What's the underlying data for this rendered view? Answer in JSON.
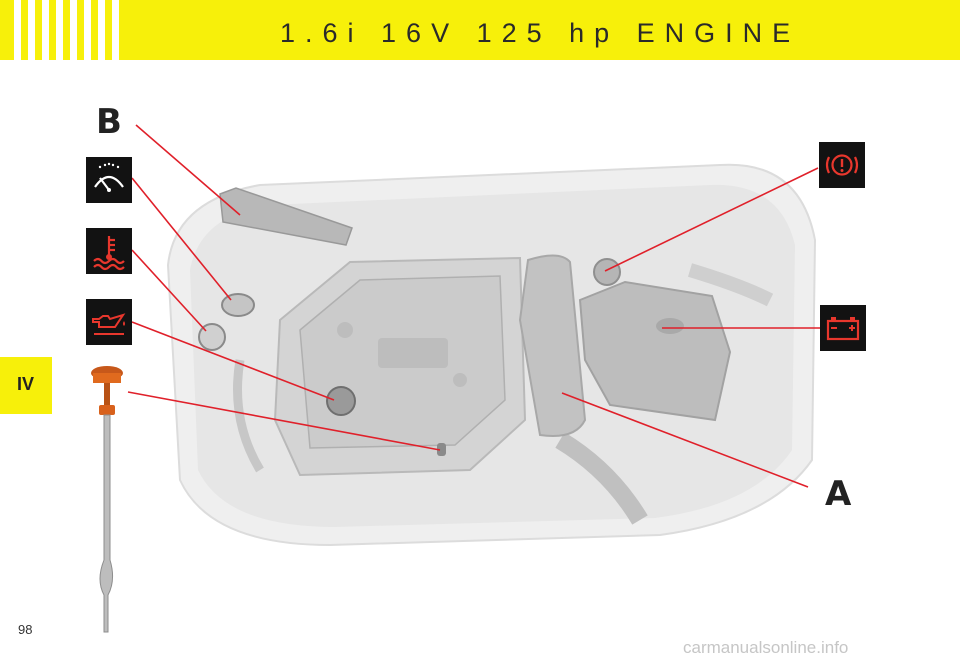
{
  "page": {
    "title": "1.6i 16V 125 hp ENGINE",
    "section_tab": "IV",
    "page_number": "98",
    "watermark": "carmanualsonline.info"
  },
  "labels": {
    "a": "A",
    "b": "B"
  },
  "icons": {
    "washer": "windscreen-washer-icon",
    "coolant": "coolant-temperature-icon",
    "oil": "oil-level-icon",
    "brake": "brake-fluid-icon",
    "battery": "battery-icon"
  },
  "colors": {
    "header_yellow": "#f7f00a",
    "pointer_red": "#e0202a",
    "warning_red": "#e8372d"
  }
}
